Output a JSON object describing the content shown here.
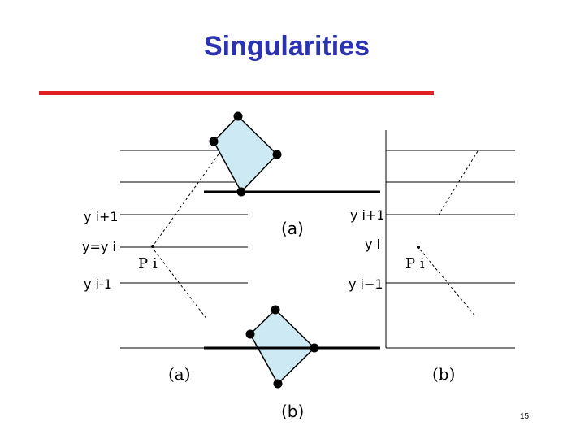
{
  "slide": {
    "title": "Singularities",
    "page_number": "15"
  },
  "colors": {
    "title": "#2b33b3",
    "rule": "#e02020",
    "polygon_fill": "#cde9f3",
    "line": "#000000"
  },
  "labels": {
    "y_plus_1": "y i+1",
    "y_eq_yi": "y=y i",
    "y_minus_1": "y i-1",
    "pi": "P i",
    "y_plus_1_right": "y i+1",
    "yi_right": "y i",
    "yi_minus1_right": "y i−1",
    "sub_a": "(a)",
    "sub_b": "(b)",
    "case_a": "(a)",
    "case_b": "(b)"
  }
}
